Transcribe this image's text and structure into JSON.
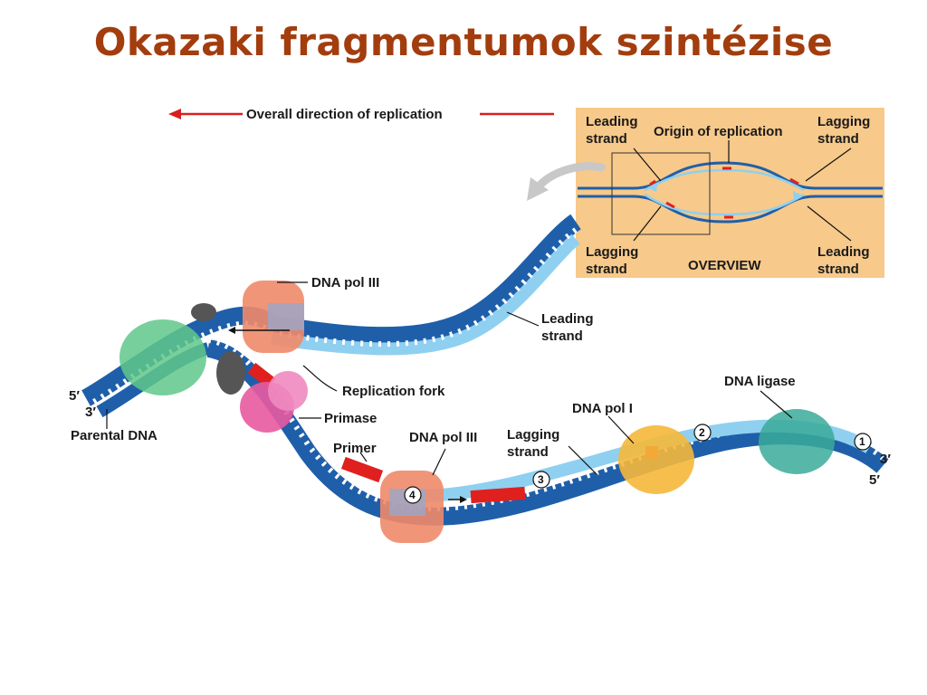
{
  "title": "Okazaki fragmentumok szintézise",
  "labels": {
    "overall_direction": "Overall direction of replication",
    "dna_pol_iii_top": "DNA pol III",
    "leading_strand": "Leading\nstrand",
    "replication_fork": "Replication fork",
    "primase": "Primase",
    "parental_dna": "Parental DNA",
    "primer": "Primer",
    "dna_pol_iii_bottom": "DNA pol III",
    "lagging_strand": "Lagging\nstrand",
    "dna_pol_i": "DNA pol I",
    "dna_ligase": "DNA ligase",
    "end_5_left": "5′",
    "end_3_left": "3′",
    "end_3_right": "3′",
    "end_5_right": "5′"
  },
  "steps": [
    "1",
    "2",
    "3",
    "4"
  ],
  "overview": {
    "leading_top_left": "Leading\nstrand",
    "origin": "Origin of replication",
    "lagging_top_right": "Lagging\nstrand",
    "lagging_bottom_left": "Lagging\nstrand",
    "overview_caption": "OVERVIEW",
    "leading_bottom_right": "Leading\nstrand"
  },
  "colors": {
    "title": "#a33d0e",
    "parental_strand": "#1f5faa",
    "new_strand": "#8fd0f0",
    "primer": "#e0201f",
    "pol_iii": "#f08a6a",
    "primase": "#e85aa0",
    "helicase": "#5fc88a",
    "ligase": "#3aaa9a",
    "pol_i": "#f5b83a",
    "overview_bg": "#f7c98a",
    "arrow": "#d62020"
  }
}
